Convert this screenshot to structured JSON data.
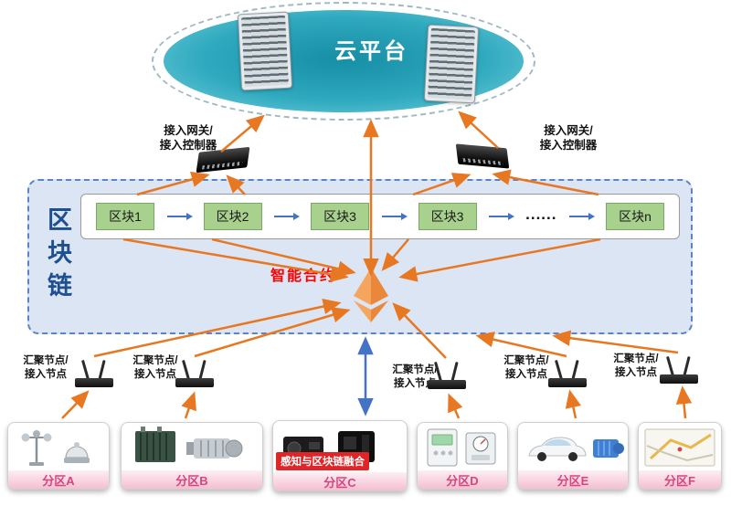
{
  "diagram": {
    "cloud": {
      "label": "云平台"
    },
    "gateway_left": {
      "label": "接入网关/\n接入控制器"
    },
    "gateway_right": {
      "label": "接入网关/\n接入控制器"
    },
    "blockchain": {
      "vertical_label": "区块链",
      "blocks": [
        "区块1",
        "区块2",
        "区块3",
        "区块3"
      ],
      "ellipsis": "......",
      "last_block": "区块n",
      "smart_contract": "智能合约"
    },
    "aggregation_node_label": "汇聚节点/\n接入节点",
    "partitions": [
      {
        "name": "分区A"
      },
      {
        "name": "分区B"
      },
      {
        "name": "分区C",
        "banner": "感知与区块链融合"
      },
      {
        "name": "分区D"
      },
      {
        "name": "分区E"
      },
      {
        "name": "分区F"
      }
    ],
    "colors": {
      "arrow_orange": "#e87722",
      "arrow_blue": "#4472c4",
      "block_green": "#a9d18e",
      "blockchain_bg": "#dbe5f4",
      "cloud_teal": "#1d9db4",
      "partition_pink": "#d8457e",
      "smart_contract_red": "#ff0000"
    }
  }
}
